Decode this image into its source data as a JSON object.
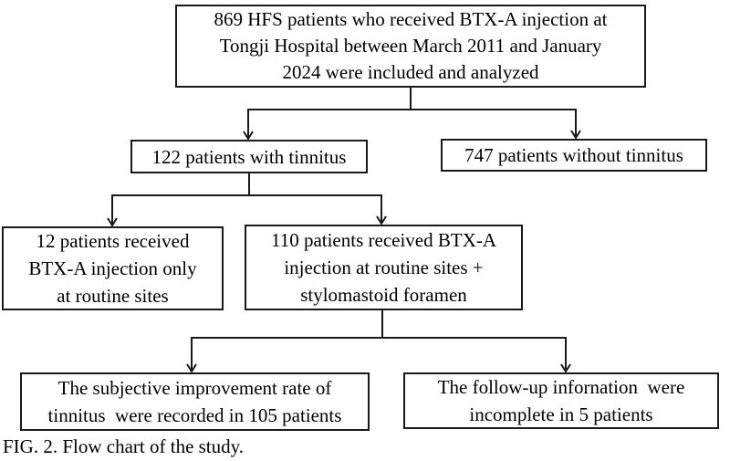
{
  "figure": {
    "caption": "FIG. 2. Flow chart of the study."
  },
  "colors": {
    "line": "#1a1a1a",
    "text": "#000000",
    "background": "#ffffff"
  },
  "flowchart": {
    "nodes": {
      "total": {
        "lines": [
          "869 HFS patients who received BTX-A injection at",
          "Tongji Hospital between March 2011 and January",
          "2024 were included and analyzed"
        ]
      },
      "with_tinnitus": {
        "lines": [
          "122 patients with tinnitus"
        ]
      },
      "without_tinnitus": {
        "lines": [
          "747 patients without tinnitus"
        ]
      },
      "routine_only": {
        "lines": [
          "12 patients received",
          "BTX-A injection only",
          "at routine sites"
        ]
      },
      "routine_plus_stylomastoid": {
        "lines": [
          "110 patients received BTX-A",
          "injection at routine sites +",
          "stylomastoid foramen"
        ]
      },
      "improvement_recorded": {
        "lines": [
          "The subjective improvement rate of",
          "tinnitus  were recorded in 105 patients"
        ]
      },
      "followup_incomplete": {
        "lines": [
          "The follow-up infornation  were",
          "incomplete in 5 patients"
        ]
      }
    },
    "edges": [
      {
        "from": "total",
        "to": "with_tinnitus"
      },
      {
        "from": "total",
        "to": "without_tinnitus"
      },
      {
        "from": "with_tinnitus",
        "to": "routine_only"
      },
      {
        "from": "with_tinnitus",
        "to": "routine_plus_stylomastoid"
      },
      {
        "from": "routine_plus_stylomastoid",
        "to": "improvement_recorded"
      },
      {
        "from": "routine_plus_stylomastoid",
        "to": "followup_incomplete"
      }
    ]
  }
}
